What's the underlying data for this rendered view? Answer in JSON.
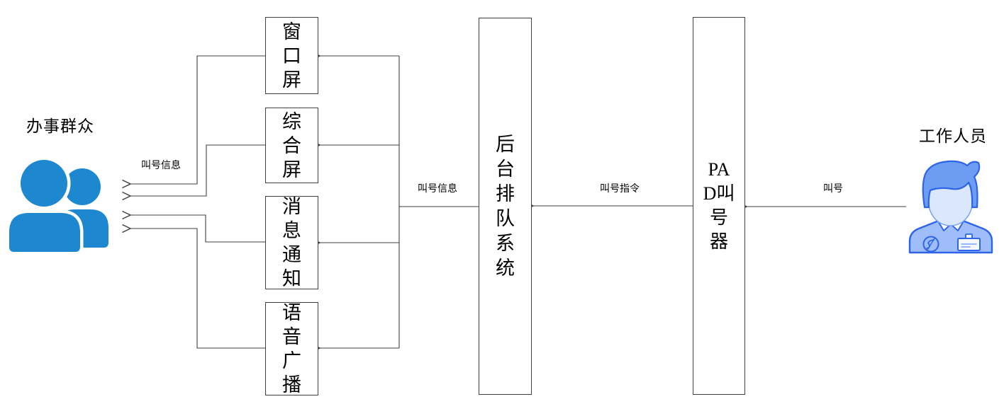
{
  "diagram": {
    "actors": {
      "public": {
        "label": "办事群众",
        "icon": "users-group-icon"
      },
      "staff": {
        "label": "工作人员",
        "icon": "worker-avatar-icon"
      }
    },
    "nodes": {
      "window_screen": {
        "label": "窗口屏"
      },
      "composite_screen": {
        "label": "综合屏"
      },
      "message_notice": {
        "label": "消息通知"
      },
      "voice_broadcast": {
        "label": "语音广播"
      },
      "backend_queue_system": {
        "label": "后台排队系统"
      },
      "pad_caller": {
        "label": "PAD叫号器"
      }
    },
    "edge_labels": {
      "call_info_to_public": "叫号信息",
      "call_info_to_screens": "叫号信息",
      "call_command": "叫号指令",
      "call": "叫号"
    },
    "colors": {
      "line": "#404040",
      "crowd_icon": "#1d87cf",
      "staff_outline": "#2d64e8",
      "staff_hair": "#6d9cf3",
      "staff_body": "#9fbdf9",
      "staff_face": "#dbe7fc",
      "staff_light_detail": "#76a3f6",
      "badge_fill": "#f4f8ff"
    }
  }
}
